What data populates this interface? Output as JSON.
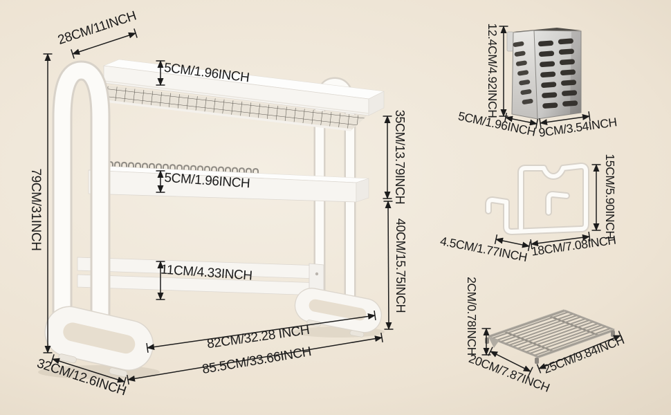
{
  "items": {
    "main_rack": {
      "dimensions": {
        "top_depth": "28CM/11INCH",
        "height": "79CM/31INCH",
        "top_shelf_height": "5CM/1.96INCH",
        "middle_shelf_height": "5CM/1.96INCH",
        "bottom_rail_height": "11CM/4.33INCH",
        "tier_gap_upper": "35CM/13.79INCH",
        "tier_gap_lower": "40CM/15.75INCH",
        "inner_width": "82CM/32.28 INCH",
        "overall_width": "85.5CM/33.66INCH",
        "base_depth": "32CM/12.6INCH"
      }
    },
    "utensil_holder": {
      "dimensions": {
        "height": "12.4CM/4.92INCH",
        "depth": "5CM/1.96INCH",
        "width": "9CM/3.54INCH"
      }
    },
    "hook_bracket": {
      "dimensions": {
        "height": "15CM/5.90INCH",
        "hook_depth": "4.5CM/1.77INCH",
        "width": "18CM/7.08INCH"
      }
    },
    "drain_tray": {
      "dimensions": {
        "height": "2CM/0.78INCH",
        "depth": "20CM/7.87INCH",
        "width": "25CM/9.84INCH"
      }
    }
  },
  "colors": {
    "background_light": "#f4eee3",
    "background_dark": "#cdbfa9",
    "dimension_ink": "#1c1c1c",
    "rack_white": "#fcfbf8",
    "steel_dark": "#969593"
  }
}
